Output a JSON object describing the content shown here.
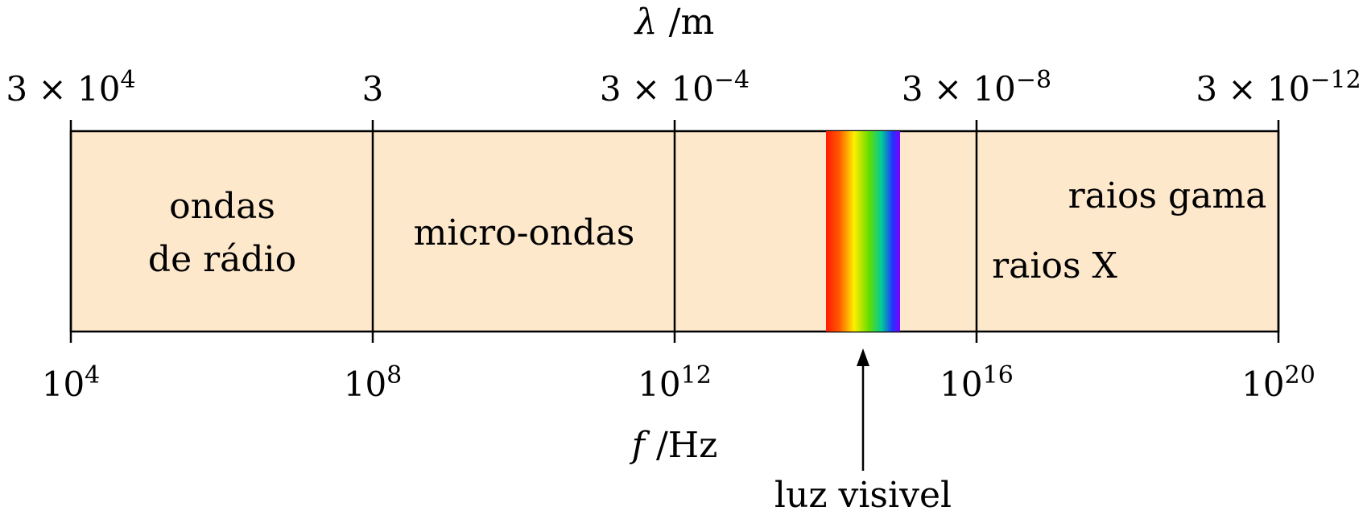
{
  "top_axis": {
    "title_symbol": "λ",
    "title_unit": " /m",
    "ticks": [
      {
        "mantissa": "3 × 10",
        "exp": "4"
      },
      {
        "mantissa": "3",
        "exp": ""
      },
      {
        "mantissa": "3 × 10",
        "exp": "−4"
      },
      {
        "mantissa": "3 × 10",
        "exp": "−8"
      },
      {
        "mantissa": "3 × 10",
        "exp": "−12"
      }
    ]
  },
  "bottom_axis": {
    "title_symbol": "f",
    "title_unit": " /Hz",
    "ticks": [
      {
        "mantissa": "10",
        "exp": "4"
      },
      {
        "mantissa": "10",
        "exp": "8"
      },
      {
        "mantissa": "10",
        "exp": "12"
      },
      {
        "mantissa": "10",
        "exp": "16"
      },
      {
        "mantissa": "10",
        "exp": "20"
      }
    ]
  },
  "regions": {
    "radio_line1": "ondas",
    "radio_line2": "de rádio",
    "microwaves": "micro-ondas",
    "xrays": "raios X",
    "gamma": "raios gama",
    "visible": "luz visivel"
  },
  "colors": {
    "band_fill": "#fde8cc",
    "line": "#000000",
    "spectrum": [
      "#ff0000",
      "#ff7f00",
      "#ffff00",
      "#00cc00",
      "#00cccc",
      "#0000ff",
      "#8b00ff"
    ]
  }
}
